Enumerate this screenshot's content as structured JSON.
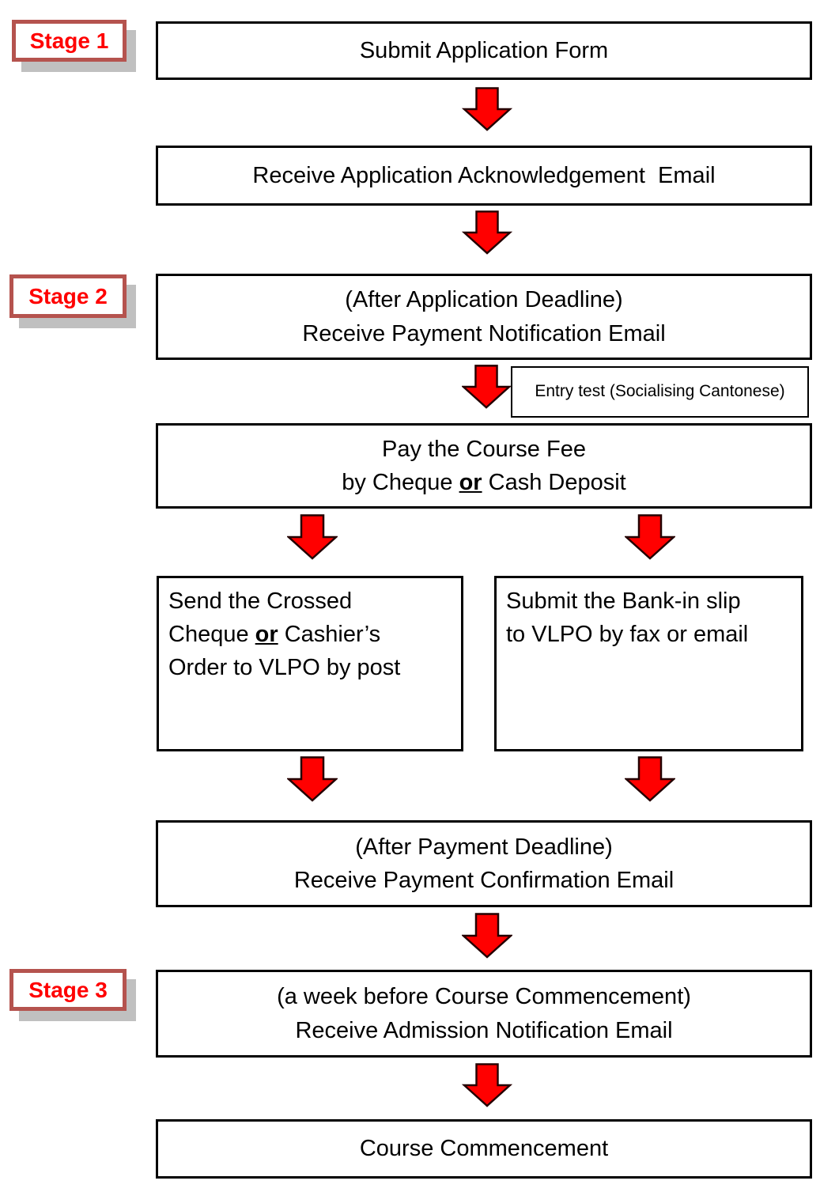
{
  "stages": [
    {
      "label": "Stage 1"
    },
    {
      "label": "Stage 2"
    },
    {
      "label": "Stage 3"
    }
  ],
  "boxes": {
    "submit_application": "Submit Application Form",
    "ack_email": "Receive Application Acknowledgement  Email",
    "payment_notification": "(After Application Deadline)\nReceive Payment Notification Email",
    "entry_test": "Entry test (Socialising Cantonese)",
    "pay_fee": {
      "pre": "Pay the Course Fee\nby Cheque ",
      "or": "or",
      "post": " Cash Deposit"
    },
    "send_cheque": {
      "pre": "Send the Crossed\nCheque ",
      "or": "or",
      "post": " Cashier’s\nOrder to VLPO by post"
    },
    "bank_slip": "Submit the Bank-in slip\nto VLPO by fax or email",
    "payment_confirmation": "(After Payment Deadline)\nReceive Payment Confirmation Email",
    "admission_notification": "(a week before Course Commencement)\nReceive Admission Notification Email",
    "course_commencement": "Course Commencement"
  },
  "colors": {
    "arrow_fill": "#ff0000",
    "arrow_outline": "#240000",
    "stage_border": "#b5534e",
    "stage_text": "#ff0000",
    "stage_shadow": "#c0c0c0",
    "box_border": "#000000"
  }
}
